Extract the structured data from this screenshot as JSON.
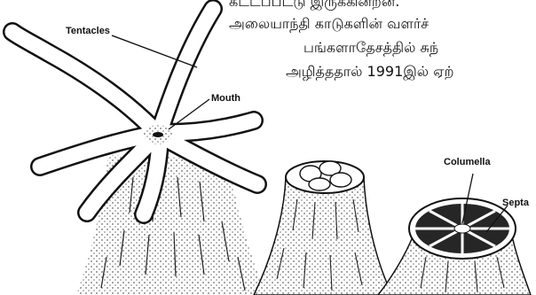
{
  "text_lines": [
    "கட்டப்பட்டு இருக்கின்றன.",
    "அலையாந்தி காடுகளின் வளர்ச்",
    "பங்களாதேசத்தில் சுந்",
    "அழித்ததால் 1991இல் ஏற்"
  ],
  "labels": {
    "tentacles": "Tentacles",
    "mouth": "Mouth",
    "columella": "Columella",
    "septa": "Septa"
  },
  "colors": {
    "ink": "#111111",
    "paper": "#ffffff",
    "disc": "#262626"
  }
}
